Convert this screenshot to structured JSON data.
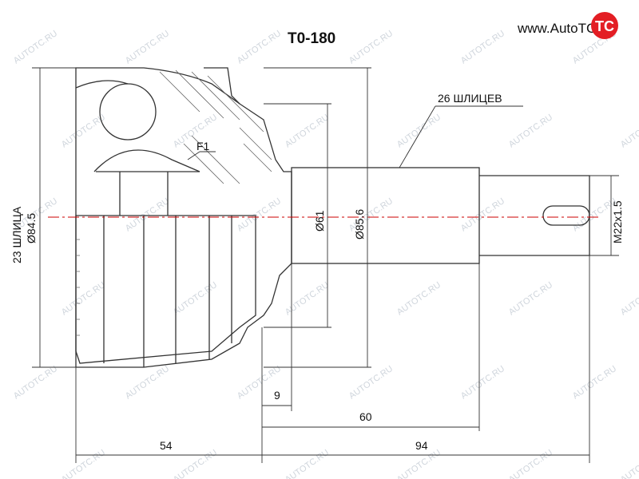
{
  "part_number": "T0-180",
  "logo": {
    "text": "www.AutoTC.ru",
    "mark": "TC"
  },
  "watermark": {
    "text": "AUTOTC.RU"
  },
  "labels": {
    "outer_splines": "23 ШЛИЦА",
    "outer_diameter": "Ø84.5",
    "inner_splines": "26 ШЛИЦЕВ",
    "feature": "F1",
    "shaft_diameter": "Ø61",
    "flange_diameter": "Ø85.6",
    "thread": "M22x1.5",
    "dim_9": "9",
    "dim_60": "60",
    "dim_54": "54",
    "dim_94": "94"
  },
  "colors": {
    "line": "#333333",
    "watermark": "#cfd5dc",
    "centerline": "#cc0000",
    "logo_red": "#e31e24"
  }
}
